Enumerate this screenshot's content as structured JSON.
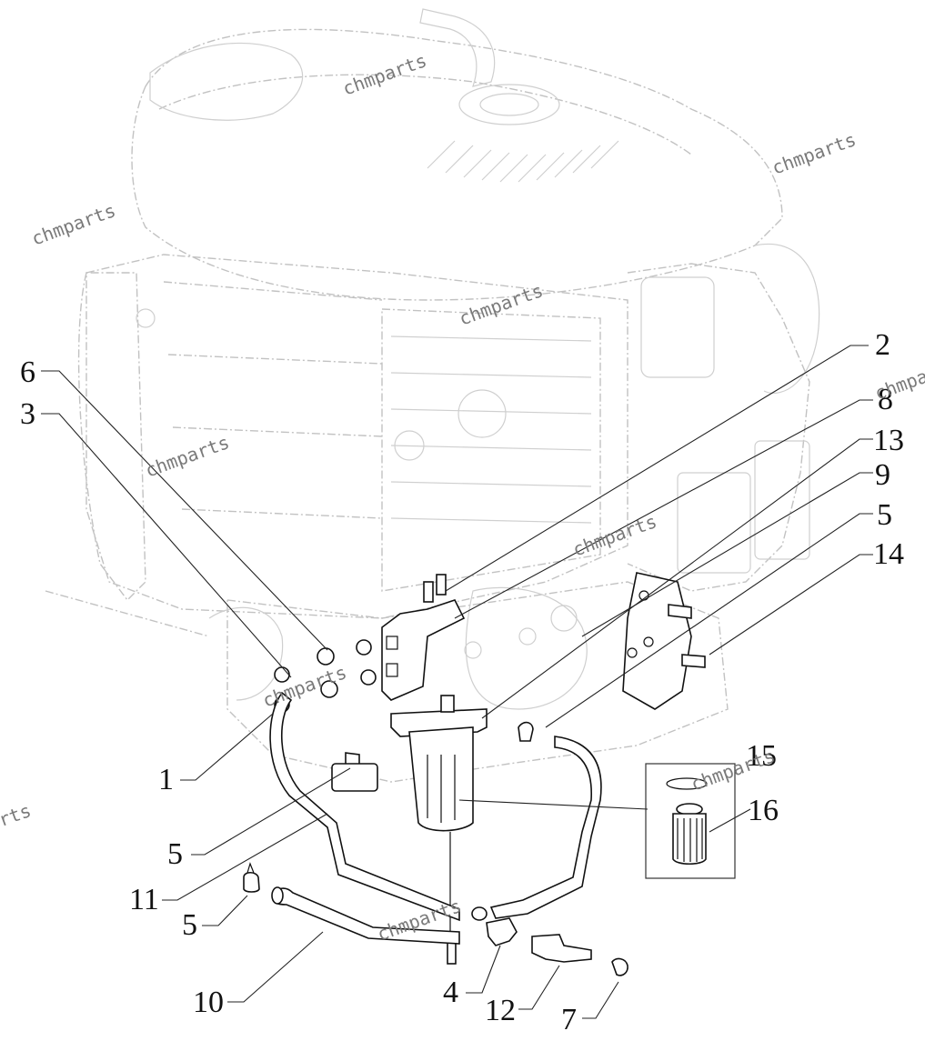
{
  "callouts": [
    {
      "id": "c1",
      "text": "1"
    },
    {
      "id": "c2",
      "text": "2"
    },
    {
      "id": "c3",
      "text": "3"
    },
    {
      "id": "c4",
      "text": "4"
    },
    {
      "id": "c5a",
      "text": "5"
    },
    {
      "id": "c5b",
      "text": "5"
    },
    {
      "id": "c5c",
      "text": "5"
    },
    {
      "id": "c6",
      "text": "6"
    },
    {
      "id": "c7",
      "text": "7"
    },
    {
      "id": "c8",
      "text": "8"
    },
    {
      "id": "c9",
      "text": "9"
    },
    {
      "id": "c10",
      "text": "10"
    },
    {
      "id": "c11",
      "text": "11"
    },
    {
      "id": "c12",
      "text": "12"
    },
    {
      "id": "c13",
      "text": "13"
    },
    {
      "id": "c14",
      "text": "14"
    },
    {
      "id": "c15",
      "text": "15"
    },
    {
      "id": "c16",
      "text": "16"
    }
  ],
  "watermarks": [
    {
      "id": "w1",
      "text": "chmparts"
    },
    {
      "id": "w2",
      "text": "chmparts"
    },
    {
      "id": "w3",
      "text": "chmparts"
    },
    {
      "id": "w4",
      "text": "chmparts"
    },
    {
      "id": "w5",
      "text": "chmparts"
    },
    {
      "id": "w6",
      "text": "chmparts"
    },
    {
      "id": "w7",
      "text": "chmparts"
    },
    {
      "id": "w8",
      "text": "chmparts"
    },
    {
      "id": "w9",
      "text": "chmparts"
    },
    {
      "id": "w10",
      "text": "chmparts"
    },
    {
      "id": "w11",
      "text": "chmparts"
    }
  ],
  "colors": {
    "line": "#111111",
    "ghost": "#c2c2c2",
    "watermark": "#7a7a7a",
    "background": "#ffffff"
  }
}
